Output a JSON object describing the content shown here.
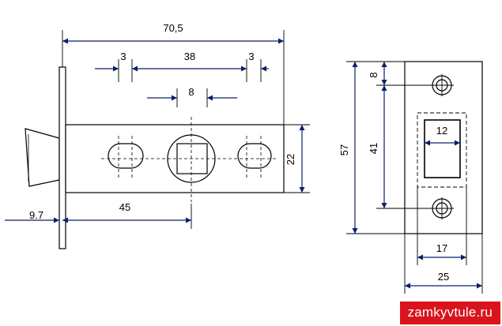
{
  "diagram": {
    "side_view": {
      "overall_length": "70,5",
      "slot_offset_left": "3",
      "slot_spacing": "38",
      "slot_offset_right": "3",
      "square_size": "8",
      "body_height": "22",
      "backset_offset": "9.7",
      "backset": "45"
    },
    "front_view": {
      "plate_height": "57",
      "hole_offset": "8",
      "hole_spacing": "41",
      "opening_width": "12",
      "latch_width": "17",
      "plate_width": "25"
    }
  },
  "colors": {
    "line": "#000000",
    "dimension_arrow": "#0d1f6b",
    "watermark_bg": "#d8141c",
    "watermark_text": "#ffffff"
  },
  "watermark": {
    "text": "zamkyvtule.ru"
  }
}
